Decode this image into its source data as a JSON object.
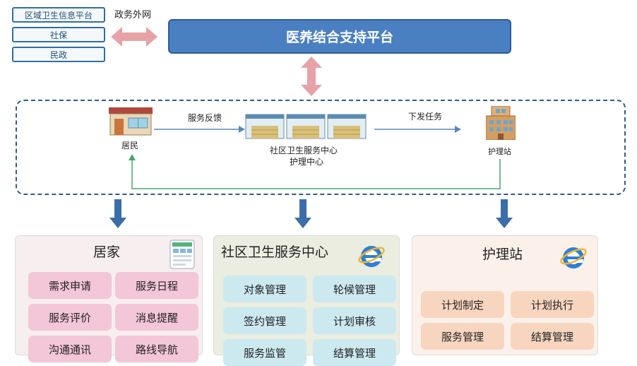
{
  "external": {
    "boxes": [
      "区域卫生信息平台",
      "社保",
      "民政"
    ],
    "network_label": "政务外网"
  },
  "platform": {
    "title": "医养结合支持平台"
  },
  "flow": {
    "resident": "居民",
    "feedback": "服务反馈",
    "center_line1": "社区卫生服务中心",
    "center_line2": "护理中心",
    "dispatch": "下发任务",
    "station": "护理站"
  },
  "panels": [
    {
      "title": "居家",
      "items": [
        "需求申请",
        "服务日程",
        "服务评价",
        "消息提醒",
        "沟通通讯",
        "路线导航"
      ]
    },
    {
      "title": "社区卫生服务中心",
      "items": [
        "对象管理",
        "轮候管理",
        "签约管理",
        "计划审核",
        "服务监管",
        "结算管理"
      ]
    },
    {
      "title": "护理站",
      "items": [
        "计划制定",
        "计划执行",
        "服务管理",
        "结算管理"
      ]
    }
  ],
  "colors": {
    "panel_pink_bg": "#f7eef0",
    "panel_green_bg": "#eaede0",
    "panel_peach_bg": "#fbf1ea",
    "arrow_pink": "#e6a2a7",
    "arrow_blue": "#3b6ea9",
    "connector_green": "#4aa56a"
  }
}
